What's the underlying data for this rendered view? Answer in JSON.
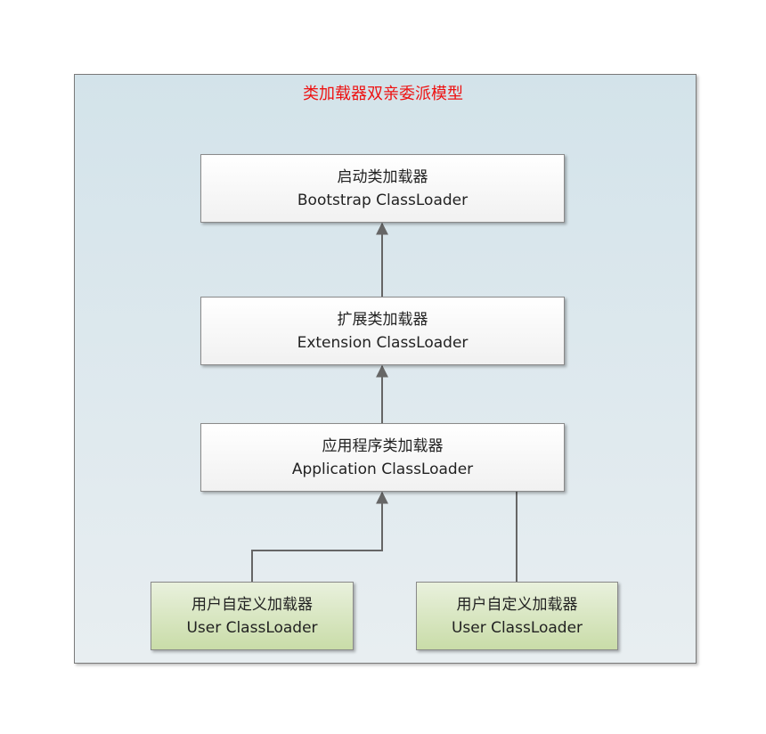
{
  "diagram": {
    "title": "类加载器双亲委派模型",
    "boxes": {
      "bootstrap": {
        "name_cn": "启动类加载器",
        "name_en": "Bootstrap ClassLoader"
      },
      "extension": {
        "name_cn": "扩展类加载器",
        "name_en": "Extension ClassLoader"
      },
      "application": {
        "name_cn": "应用程序类加载器",
        "name_en": "Application ClassLoader"
      },
      "user_left": {
        "name_cn": "用户自定义加载器",
        "name_en": "User ClassLoader"
      },
      "user_right": {
        "name_cn": "用户自定义加载器",
        "name_en": "User ClassLoader"
      }
    },
    "colors": {
      "title": "#ee1111",
      "connector": "#666666",
      "gray_box": "#f1f1f1",
      "green_box": "#c9dca8"
    }
  }
}
